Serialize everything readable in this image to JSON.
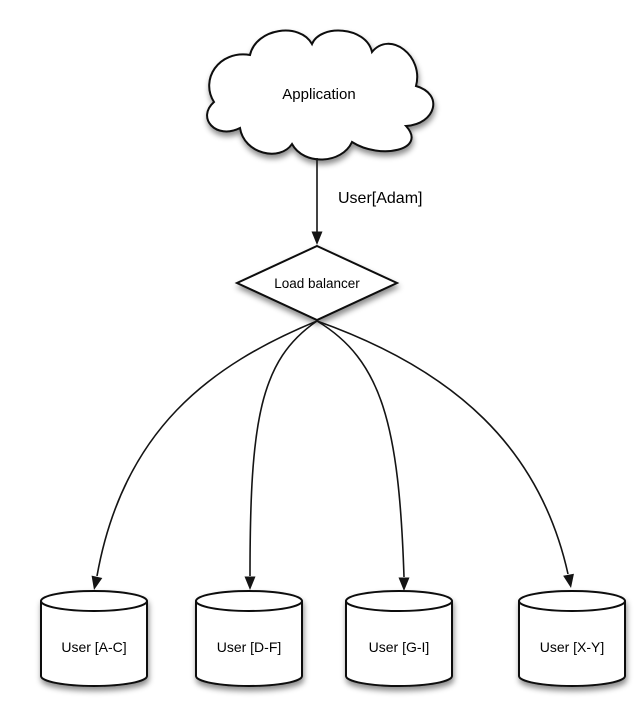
{
  "diagram": {
    "application_node": {
      "label": "Application",
      "shape": "cloud"
    },
    "request_edge": {
      "label": "User[Adam]"
    },
    "load_balancer_node": {
      "label": "Load balancer",
      "shape": "diamond"
    },
    "database_nodes": [
      {
        "label": "User [A-C]",
        "shape": "cylinder"
      },
      {
        "label": "User [D-F]",
        "shape": "cylinder"
      },
      {
        "label": "User [G-I]",
        "shape": "cylinder"
      },
      {
        "label": "User [X-Y]",
        "shape": "cylinder"
      }
    ],
    "colors": {
      "background": "#ffffff",
      "shape_fill": "#ffffff",
      "line": "#141414",
      "text": "#000000",
      "shadow": "#000000"
    }
  }
}
